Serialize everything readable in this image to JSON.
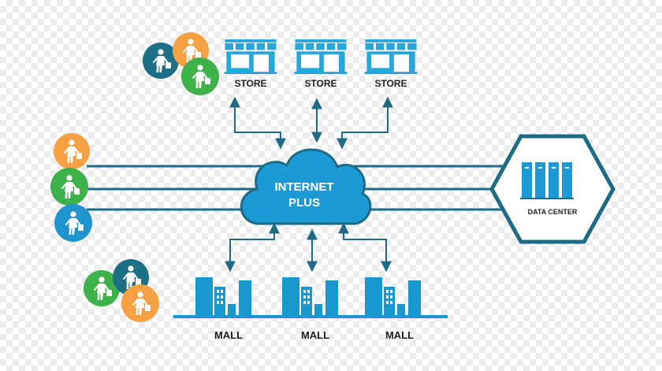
{
  "colors": {
    "line": "#1f6a85",
    "cloud": "#1b9ad6",
    "store": "#27a6da",
    "mall": "#1798cf",
    "text": "#1f1f1f",
    "hex_fill": "#ffffff",
    "person_teal": "#1c6f85",
    "person_orange": "#f5a043",
    "person_green": "#3db14a",
    "person_blue": "#1f94cf"
  },
  "cloud": {
    "line1": "INTERNET",
    "line2": "PLUS"
  },
  "stores": [
    {
      "label": "STORE"
    },
    {
      "label": "STORE"
    },
    {
      "label": "STORE"
    }
  ],
  "malls": [
    {
      "label": "MALL"
    },
    {
      "label": "MALL"
    },
    {
      "label": "MALL"
    }
  ],
  "data_center": {
    "label": "DATA CENTER"
  },
  "icons": {
    "shopper": "shopper-icon",
    "store": "storefront-icon",
    "mall": "mall-buildings-icon",
    "server": "server-rack-icon"
  }
}
